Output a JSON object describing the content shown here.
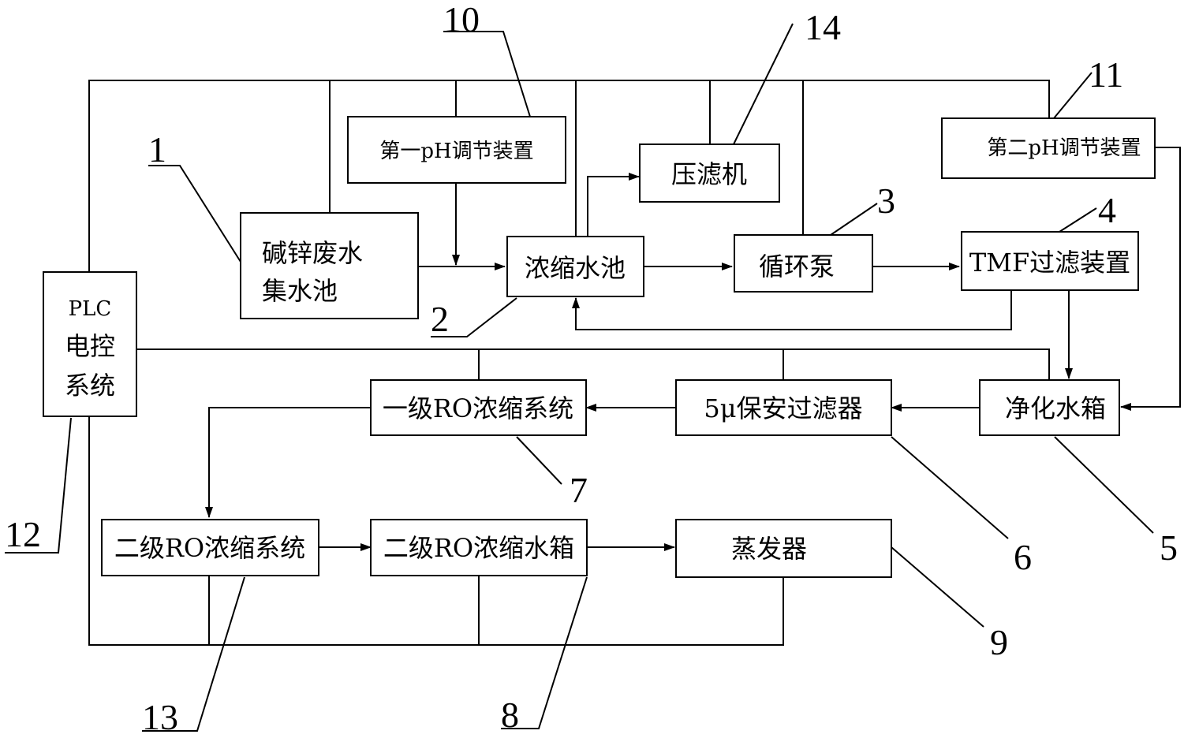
{
  "boxes": {
    "b1": "碱锌废水集水池",
    "b2": "浓缩水池",
    "b3": "循环泵",
    "b4": "TMF过滤装置",
    "b5": "净化水箱",
    "b6": "5μ保安过滤器",
    "b7": "一级RO浓缩系统",
    "b8": "二级RO浓缩水箱",
    "b9": "蒸发器",
    "b10": "第一pH调节装置",
    "b11": "第二pH调节装置",
    "b12": "PLC电控系统",
    "b13": "二级RO浓缩系统",
    "b14": "压滤机"
  },
  "box_lines": {
    "b1": [
      "碱锌废水",
      "集水池"
    ],
    "b12": [
      "PLC",
      "电控",
      "系统"
    ]
  },
  "numbers": {
    "n1": "1",
    "n2": "2",
    "n3": "3",
    "n4": "4",
    "n5": "5",
    "n6": "6",
    "n7": "7",
    "n8": "8",
    "n9": "9",
    "n10": "10",
    "n11": "11",
    "n12": "12",
    "n13": "13",
    "n14": "14"
  }
}
